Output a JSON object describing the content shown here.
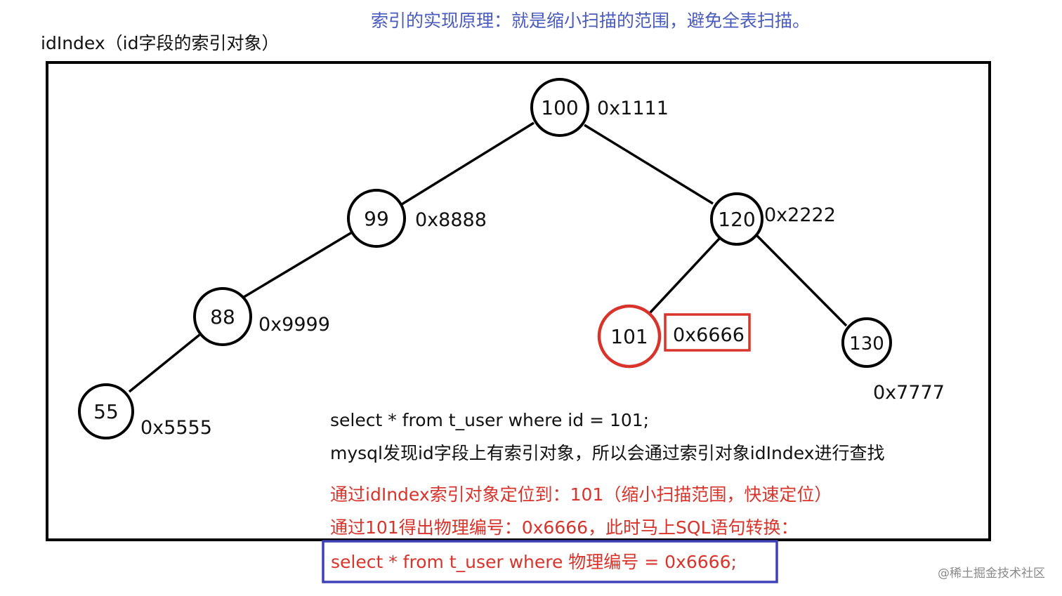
{
  "header": {
    "principle": "索引的实现原理：就是缩小扫描的范围，避免全表扫描。",
    "index_label": "idIndex（id字段的索引对象）"
  },
  "tree": {
    "nodes": [
      {
        "id": "n100",
        "value": "100",
        "address": "0x1111"
      },
      {
        "id": "n99",
        "value": "99",
        "address": "0x8888"
      },
      {
        "id": "n120",
        "value": "120",
        "address": "0x2222"
      },
      {
        "id": "n88",
        "value": "88",
        "address": "0x9999"
      },
      {
        "id": "n101",
        "value": "101",
        "address": "0x6666",
        "highlighted": true
      },
      {
        "id": "n130",
        "value": "130",
        "address": "0x7777"
      },
      {
        "id": "n55",
        "value": "55",
        "address": "0x5555"
      }
    ],
    "edges": [
      [
        "n100",
        "n99"
      ],
      [
        "n100",
        "n120"
      ],
      [
        "n99",
        "n88"
      ],
      [
        "n88",
        "n55"
      ],
      [
        "n120",
        "n101"
      ],
      [
        "n120",
        "n130"
      ]
    ]
  },
  "notes": {
    "query": "select * from t_user where id = 101;",
    "explain": "mysql发现id字段上有索引对象，所以会通过索引对象idIndex进行查找",
    "step1": "通过idIndex索引对象定位到：101（缩小扫描范围，快速定位）",
    "step2": "通过101得出物理编号：0x6666，此时马上SQL语句转换：",
    "rewritten": "select * from t_user where 物理编号 = 0x6666;"
  },
  "watermark": "@稀土掘金技术社区",
  "colors": {
    "principle_text": "#4a5bbf",
    "highlight_red": "#d9342b",
    "query_box_border": "#4040b8",
    "line": "#000000"
  }
}
